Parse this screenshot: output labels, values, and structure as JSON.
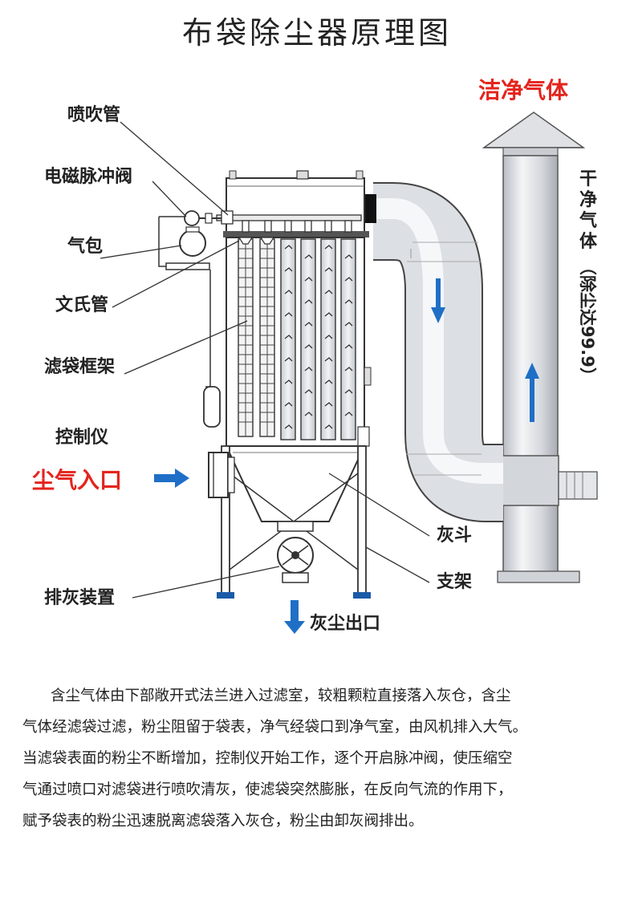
{
  "title": "布袋除尘器原理图",
  "labels": {
    "clean_gas": "洁净气体",
    "dry_gas": [
      "干",
      "净",
      "气",
      "体"
    ],
    "purity": "（除尘达99.9）",
    "spray_pipe": "喷吹管",
    "solenoid_valve": "电磁脉冲阀",
    "air_bag": "气包",
    "venturi": "文氏管",
    "bag_frame": "滤袋框架",
    "controller": "控制仪",
    "dust_inlet": "尘气入口",
    "ash_hopper": "灰斗",
    "support": "支架",
    "discharge_device": "排灰装置",
    "dust_outlet": "灰尘出口"
  },
  "description": [
    "含尘气体由下部敞开式法兰进入过滤室，较粗颗粒直接落入灰仓，含尘",
    "气体经滤袋过滤，粉尘阻留于袋表，净气经袋口到净气室，由风机排入大气。",
    "当滤袋表面的粉尘不断增加，控制仪开始工作，逐个开启脉冲阀，使压缩空",
    "气通过喷口对滤袋进行喷吹清灰，使滤袋突然膨胀，在反向气流的作用下，",
    "赋予袋表的粉尘迅速脱离滤袋落入灰仓，粉尘由卸灰阀排出。"
  ],
  "colors": {
    "arrow_blue": "#1f6fc7",
    "label_red": "#e4241d",
    "metal": "#d8dbe0"
  }
}
